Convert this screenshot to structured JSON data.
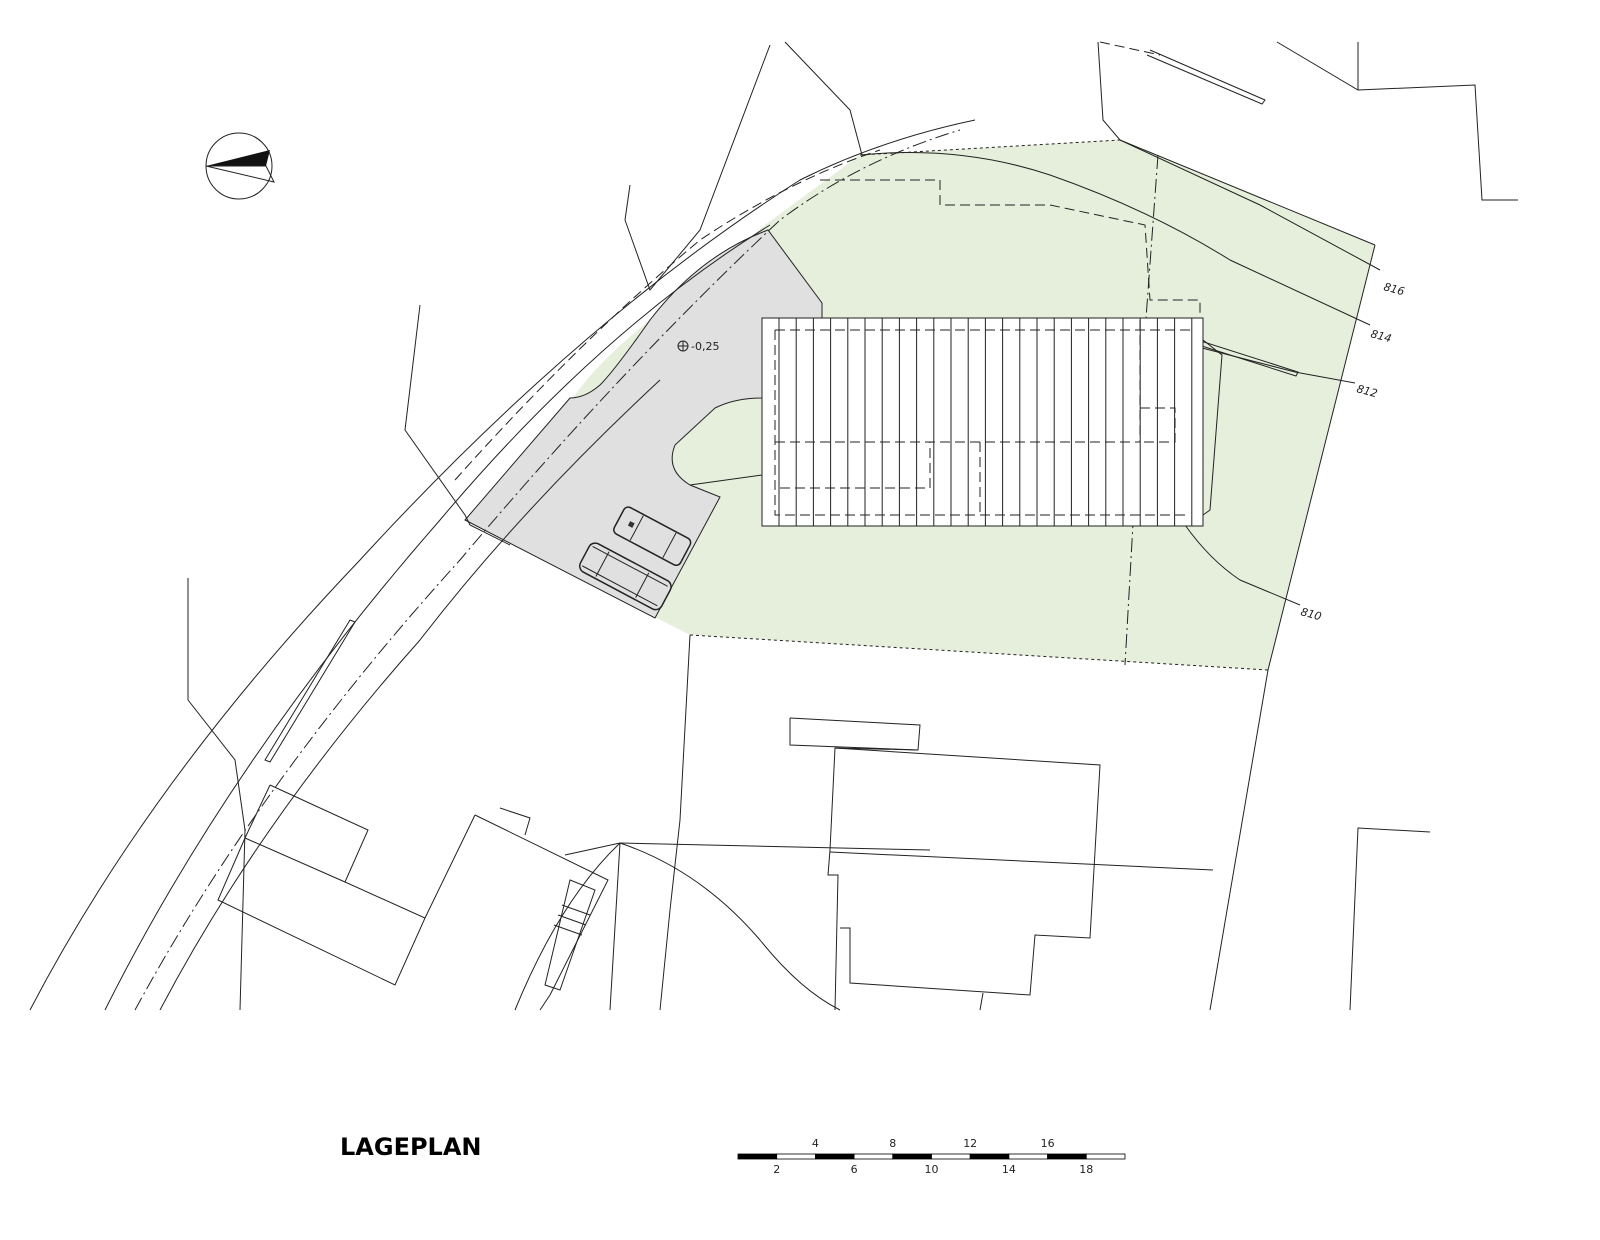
{
  "title": "LAGEPLAN",
  "elevation_marker": "-0,25",
  "contours": [
    "816",
    "814",
    "812",
    "810"
  ],
  "scale_bar": {
    "top_ticks": [
      "4",
      "8",
      "12",
      "16"
    ],
    "bottom_ticks": [
      "2",
      "6",
      "10",
      "14",
      "18"
    ],
    "max_units": 20
  },
  "colors": {
    "garden": "#e6efdc",
    "paving": "#e0e0e0",
    "line": "#222222"
  }
}
